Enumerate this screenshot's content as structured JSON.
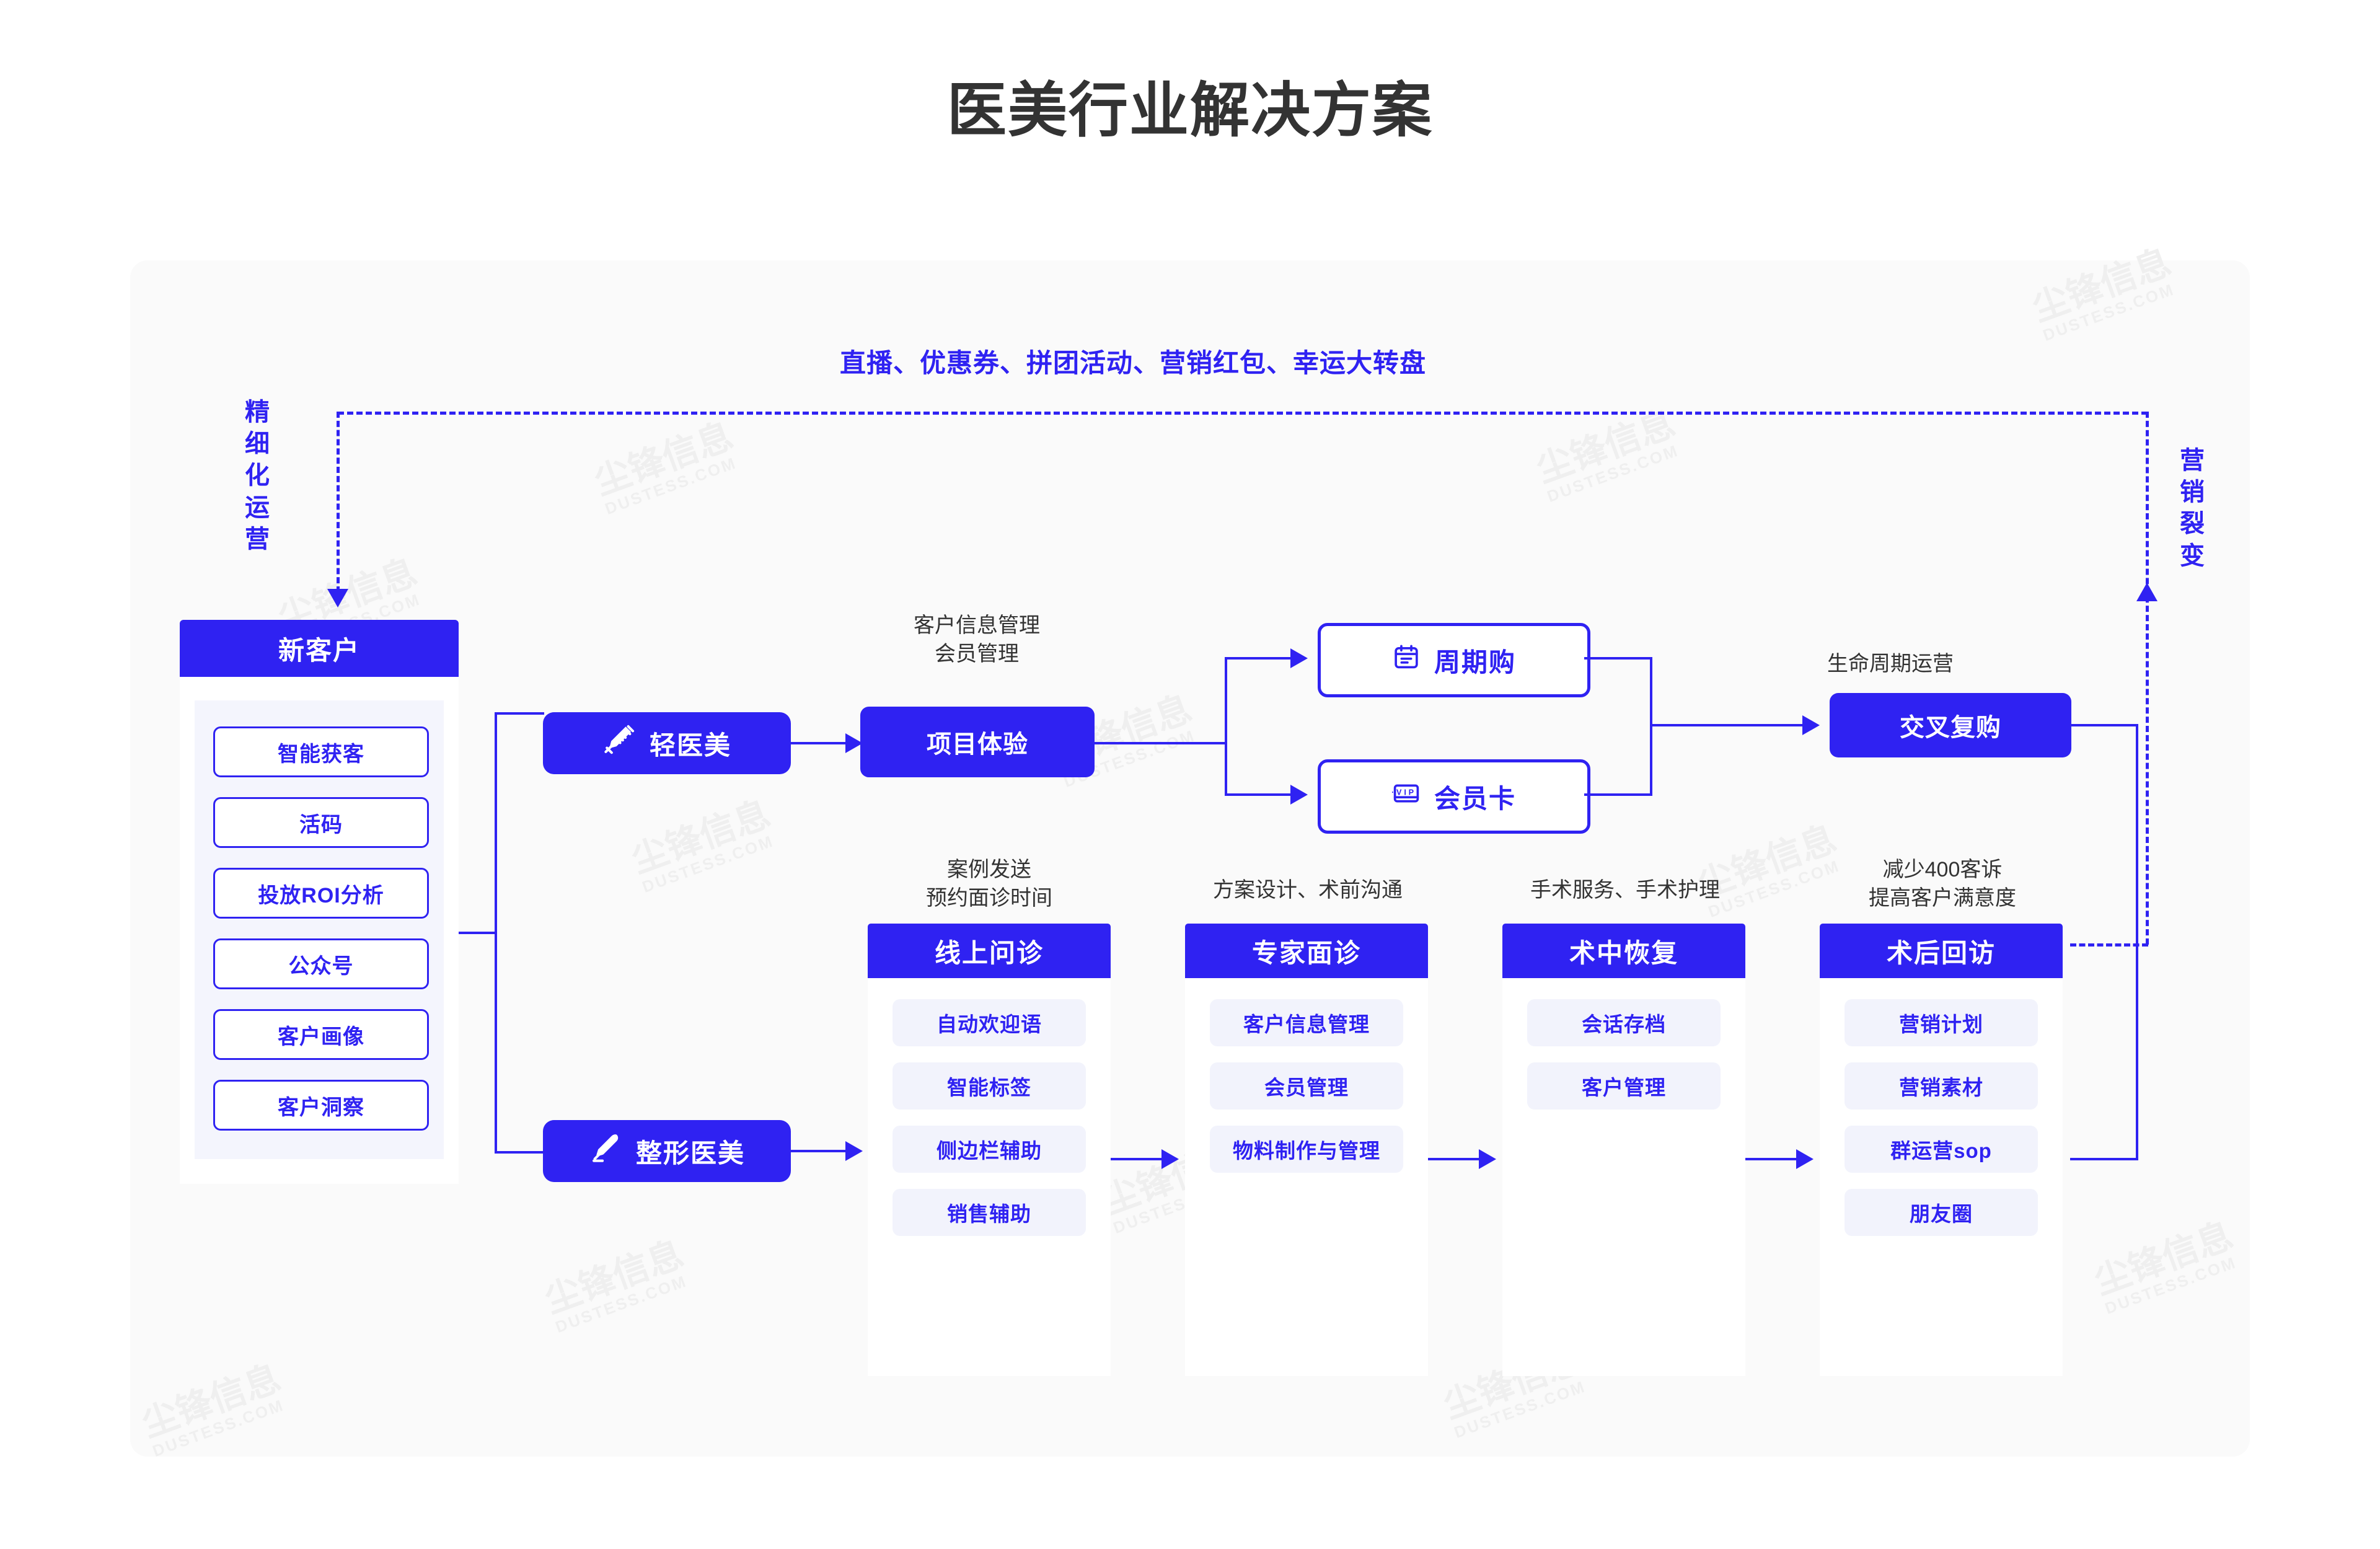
{
  "title": "医美行业解决方案",
  "labels": {
    "left_vertical": "精细化运营",
    "right_vertical": "营销裂变",
    "top_marketing": "直播、优惠券、拼团活动、营销红包、幸运大转盘"
  },
  "new_customer": {
    "header": "新客户",
    "items": [
      "智能获客",
      "活码",
      "投放ROI分析",
      "公众号",
      "客户画像",
      "客户洞察"
    ]
  },
  "categories": {
    "light": {
      "label": "轻医美",
      "icon": "syringe-icon"
    },
    "plastic": {
      "label": "整形医美",
      "icon": "scalpel-icon"
    }
  },
  "experience": {
    "label": "项目体验",
    "caption_line1": "客户信息管理",
    "caption_line2": "会员管理"
  },
  "purchase_options": [
    {
      "label": "周期购",
      "icon": "calendar-icon"
    },
    {
      "label": "会员卡",
      "icon": "vip-card-icon"
    }
  ],
  "repurchase": {
    "label": "交叉复购",
    "caption": "生命周期运营"
  },
  "stages": [
    {
      "caption_line1": "案例发送",
      "caption_line2": "预约面诊时间",
      "header": "线上问诊",
      "items": [
        "自动欢迎语",
        "智能标签",
        "侧边栏辅助",
        "销售辅助"
      ]
    },
    {
      "caption_line1": "方案设计、术前沟通",
      "caption_line2": "",
      "header": "专家面诊",
      "items": [
        "客户信息管理",
        "会员管理",
        "物料制作与管理"
      ]
    },
    {
      "caption_line1": "手术服务、手术护理",
      "caption_line2": "",
      "header": "术中恢复",
      "items": [
        "会话存档",
        "客户管理"
      ]
    },
    {
      "caption_line1": "减少400客诉",
      "caption_line2": "提高客户满意度",
      "header": "术后回访",
      "items": [
        "营销计划",
        "营销素材",
        "群运营sop",
        "朋友圈"
      ]
    }
  ],
  "watermark": {
    "text": "尘锋信息",
    "sub": "DUSTESS.COM"
  },
  "colors": {
    "brand_blue": "#2f22f2",
    "panel_bg": "#fafafa",
    "item_bg": "#f2f3fc",
    "title_text": "#333333"
  }
}
